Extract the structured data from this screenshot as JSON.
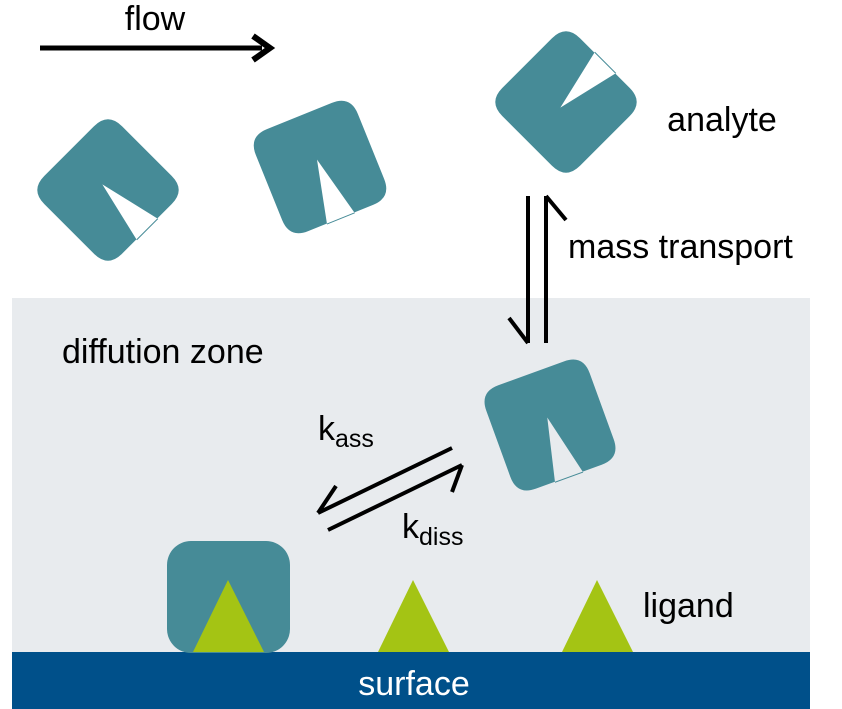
{
  "labels": {
    "flow": "flow",
    "analyte": "analyte",
    "mass_transport": "mass transport",
    "diffusion_zone": "diffution zone",
    "k_ass_main": "k",
    "k_ass_sub": "ass",
    "k_diss_main": "k",
    "k_diss_sub": "diss",
    "ligand": "ligand",
    "surface": "surface"
  },
  "colors": {
    "analyte": "#468b97",
    "ligand": "#a4c414",
    "diffusion_zone": "#e8ebee",
    "surface": "#00508a",
    "arrow": "#000000"
  },
  "icons": {
    "analyte_shape": "rounded-square-with-notch",
    "ligand_shape": "triangle",
    "flow_arrow": "arrow-right",
    "equilibrium": "half-harpoon-pair"
  }
}
